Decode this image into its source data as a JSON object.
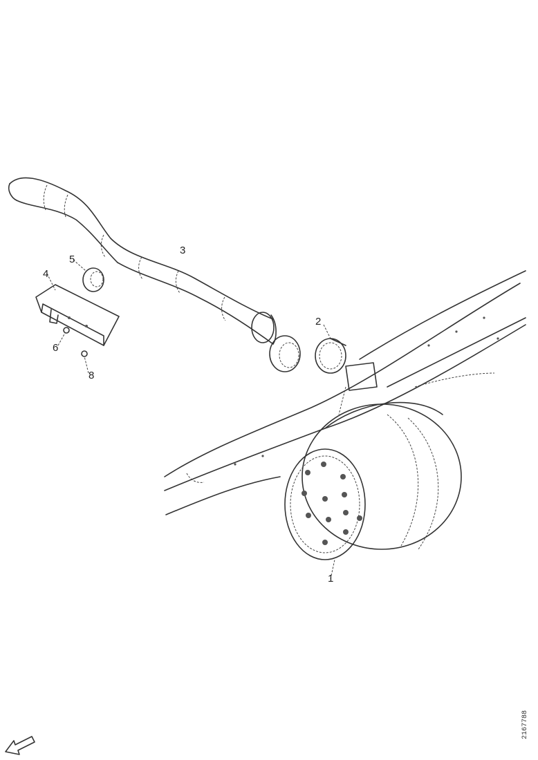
{
  "labels": {
    "part1": "1",
    "part2": "2",
    "part3": "3",
    "part4": "4",
    "part5": "5",
    "part6": "6",
    "part8": "8"
  },
  "reference_code": "2167788",
  "icons": {
    "orientation_arrow": "arrow-down-left-icon"
  }
}
